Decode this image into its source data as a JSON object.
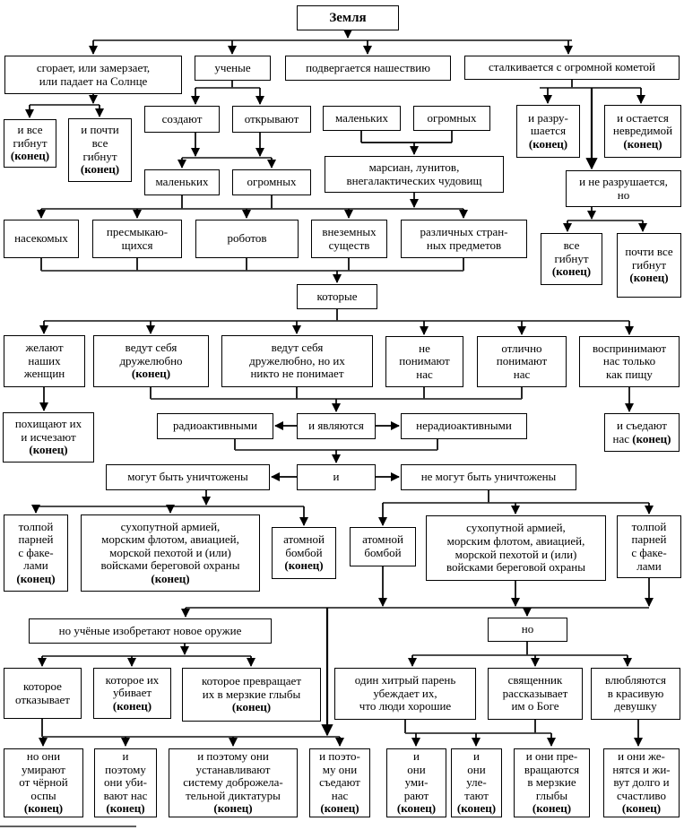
{
  "diagram_title": "Земля",
  "nodes": {
    "zemlya": {
      "label": [
        "Земля"
      ]
    },
    "burns": {
      "label": [
        "сгорает, или замерзает,",
        "или падает на Солнце"
      ]
    },
    "scientists": {
      "label": [
        "ученые"
      ]
    },
    "invasion": {
      "label": [
        "подвергается нашествию"
      ]
    },
    "comet": {
      "label": [
        "сталкивается с огромной кометой"
      ]
    },
    "all-die-1": {
      "label": [
        "и все",
        "гибнут",
        "(конец)"
      ]
    },
    "almost-all-die-1": {
      "label": [
        "и почти",
        "все",
        "гибнут",
        "(конец)"
      ]
    },
    "create": {
      "label": [
        "создают"
      ]
    },
    "discover": {
      "label": [
        "открывают"
      ]
    },
    "small-invaders": {
      "label": [
        "маленьких"
      ]
    },
    "huge-invaders": {
      "label": [
        "огромных"
      ]
    },
    "earth-destroyed": {
      "label": [
        "и разру-",
        "шается",
        "(конец)"
      ]
    },
    "earth-unharmed": {
      "label": [
        "и остается",
        "невредимой",
        "(конец)"
      ]
    },
    "small-created": {
      "label": [
        "маленьких"
      ]
    },
    "huge-created": {
      "label": [
        "огромных"
      ]
    },
    "martians": {
      "label": [
        "марсиан, лунитов,",
        "внегалактических чудовищ"
      ]
    },
    "not-destroyed": {
      "label": [
        "и не разрушается,",
        "но"
      ]
    },
    "insects": {
      "label": [
        "насекомых"
      ]
    },
    "reptiles": {
      "label": [
        "пресмыкаю-",
        "щихся"
      ]
    },
    "robots": {
      "label": [
        "роботов"
      ]
    },
    "alien-beings": {
      "label": [
        "внеземных",
        "существ"
      ]
    },
    "strange-objects": {
      "label": [
        "различных стран-",
        "ных предметов"
      ]
    },
    "all-die-2": {
      "label": [
        "все",
        "гибнут",
        "(конец)"
      ]
    },
    "almost-all-die-2": {
      "label": [
        "почти все",
        "гибнут",
        "(конец)"
      ]
    },
    "which": {
      "label": [
        "которые"
      ]
    },
    "want-women": {
      "label": [
        "желают",
        "наших",
        "женщин"
      ]
    },
    "friendly-end": {
      "label": [
        "ведут себя",
        "дружелюбно",
        "(конец)"
      ]
    },
    "friendly-misunderstood": {
      "label": [
        "ведут себя",
        "дружелюбно, но их",
        "никто не понимает"
      ]
    },
    "dont-understand": {
      "label": [
        "не",
        "понимают",
        "нас"
      ]
    },
    "understand-well": {
      "label": [
        "отлично",
        "понимают",
        "нас"
      ]
    },
    "see-as-food": {
      "label": [
        "воспринимают",
        "нас только",
        "как пищу"
      ]
    },
    "abduct": {
      "label": [
        "похищают их",
        "и исчезают",
        "(конец)"
      ]
    },
    "radioactive": {
      "label": [
        "радиоактивными"
      ]
    },
    "and-are": {
      "label": [
        "и являются"
      ]
    },
    "nonradioactive": {
      "label": [
        "нерадиоактивными"
      ]
    },
    "eat-us": {
      "label": [
        "и съедают",
        "нас (конец)"
      ]
    },
    "can-be-destroyed": {
      "label": [
        "могут быть уничтожены"
      ]
    },
    "and": {
      "label": [
        "и"
      ]
    },
    "cannot-be-destroyed": {
      "label": [
        "не могут быть уничтожены"
      ]
    },
    "mob-end": {
      "label": [
        "толпой",
        "парней",
        "с факе-",
        "лами",
        "(конец)"
      ]
    },
    "army-end": {
      "label": [
        "сухопутной армией,",
        "морским флотом, авиацией,",
        "морской пехотой и (или)",
        "войсками береговой охраны",
        "(конец)"
      ]
    },
    "abomb-end": {
      "label": [
        "атомной",
        "бомбой",
        "(конец)"
      ]
    },
    "abomb": {
      "label": [
        "атомной",
        "бомбой"
      ]
    },
    "army-2": {
      "label": [
        "сухопутной армией,",
        "морским флотом, авиацией,",
        "морской пехотой и (или)",
        "войсками береговой охраны"
      ]
    },
    "mob-2": {
      "label": [
        "толпой",
        "парней",
        "с факе-",
        "лами"
      ]
    },
    "new-weapon": {
      "label": [
        "но учёные изобретают новое оружие"
      ]
    },
    "but": {
      "label": [
        "но"
      ]
    },
    "weapon-refuses": {
      "label": [
        "которое",
        "отказывает"
      ]
    },
    "weapon-kills": {
      "label": [
        "которое их",
        "убивает",
        "(конец)"
      ]
    },
    "weapon-blobs": {
      "label": [
        "которое превращает",
        "их в мерзкие глыбы",
        "(конец)"
      ]
    },
    "clever-guy": {
      "label": [
        "один хитрый парень",
        "убеждает их,",
        "что люди хорошие"
      ]
    },
    "priest": {
      "label": [
        "священник",
        "рассказывает",
        "им о Боге"
      ]
    },
    "fall-in-love": {
      "label": [
        "влюбляются",
        "в красивую",
        "девушку"
      ]
    },
    "smallpox": {
      "label": [
        "но они",
        "умирают",
        "от чёрной",
        "оспы",
        "(конец)"
      ]
    },
    "kill-us": {
      "label": [
        "и",
        "поэтому",
        "они уби-",
        "вают нас",
        "(конец)"
      ]
    },
    "dictatorship": {
      "label": [
        "и поэтому они",
        "устанавливают",
        "систему доброжела-",
        "тельной диктатуры",
        "(конец)"
      ]
    },
    "eat-us-2": {
      "label": [
        "и поэто-",
        "му они",
        "съедают",
        "нас",
        "(конец)"
      ]
    },
    "they-die": {
      "label": [
        "и",
        "они",
        "уми-",
        "рают",
        "(конец)"
      ]
    },
    "fly-away": {
      "label": [
        "и",
        "они",
        "уле-",
        "тают",
        "(конец)"
      ]
    },
    "become-blobs": {
      "label": [
        "и они пре-",
        "вращаются",
        "в мерзкие",
        "глыбы",
        "(конец)"
      ]
    },
    "marry": {
      "label": [
        "и они же-",
        "нятся и жи-",
        "вут долго и",
        "счастливо",
        "(конец)"
      ]
    }
  },
  "colors": {
    "line": "#000000",
    "box_border": "#000000",
    "background": "#ffffff"
  }
}
